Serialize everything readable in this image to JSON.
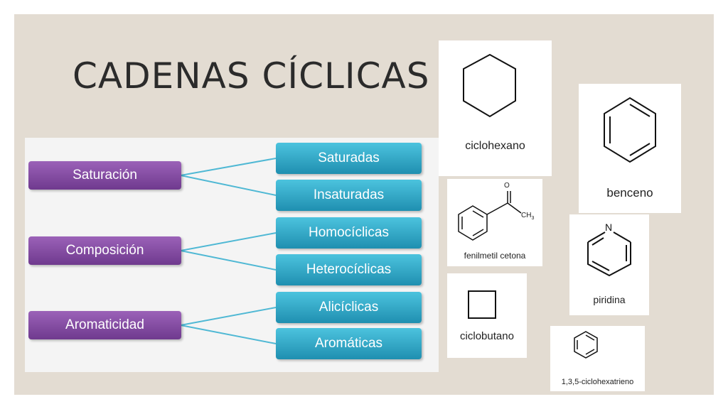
{
  "title": "CADENAS CÍCLICAS",
  "diagram": {
    "categories": [
      {
        "label": "Saturación",
        "children": [
          "Saturadas",
          "Insaturadas"
        ]
      },
      {
        "label": "Composición",
        "children": [
          "Homocíclicas",
          "Heterocíclicas"
        ]
      },
      {
        "label": "Aromaticidad",
        "children": [
          "Alicíclicas",
          "Aromáticas"
        ]
      }
    ]
  },
  "molecules": {
    "ciclohexano": "ciclohexano",
    "benceno": "benceno",
    "fenilmetil_cetona": "fenilmetil cetona",
    "fenilmetil_o": "O",
    "fenilmetil_ch3": "CH3",
    "piridina": "piridina",
    "piridina_n": "N",
    "ciclobutano": "ciclobutano",
    "ciclohexatrieno": "1,3,5-ciclohexatrieno"
  },
  "colors": {
    "background": "#e3dcd2",
    "category": "#7d449c",
    "subcategory": "#2aa6c8"
  }
}
